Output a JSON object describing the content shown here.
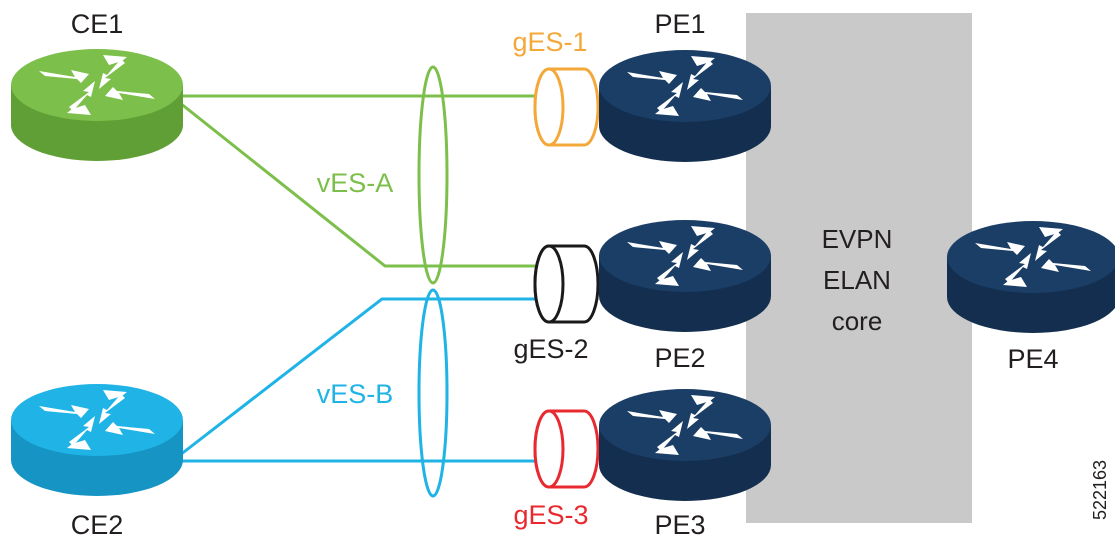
{
  "colors": {
    "green": "#7dbf4b",
    "cyan": "#1fb3e6",
    "orange": "#f4a83a",
    "black": "#1a1a1a",
    "red": "#e8292f",
    "navy": "#1b3e66",
    "navy_dark": "#132e4e",
    "green_dark": "#5f9f35",
    "cyan_dark": "#1694c4",
    "core_gray": "#c9c9c9"
  },
  "icons": {
    "router": "router-icon",
    "port": "port-cylinder-icon",
    "bundle": "ethernet-segment-ellipse-icon"
  },
  "routers": {
    "ce1": {
      "label": "CE1"
    },
    "ce2": {
      "label": "CE2"
    },
    "pe1": {
      "label": "PE1"
    },
    "pe2": {
      "label": "PE2"
    },
    "pe3": {
      "label": "PE3"
    },
    "pe4": {
      "label": "PE4"
    }
  },
  "segments": {
    "ves_a": {
      "label": "vES-A"
    },
    "ves_b": {
      "label": "vES-B"
    },
    "ges_1": {
      "label": "gES-1"
    },
    "ges_2": {
      "label": "gES-2"
    },
    "ges_3": {
      "label": "gES-3"
    }
  },
  "core": {
    "line1": "EVPN",
    "line2": "ELAN",
    "line3": "core"
  },
  "figure_id": "522163"
}
